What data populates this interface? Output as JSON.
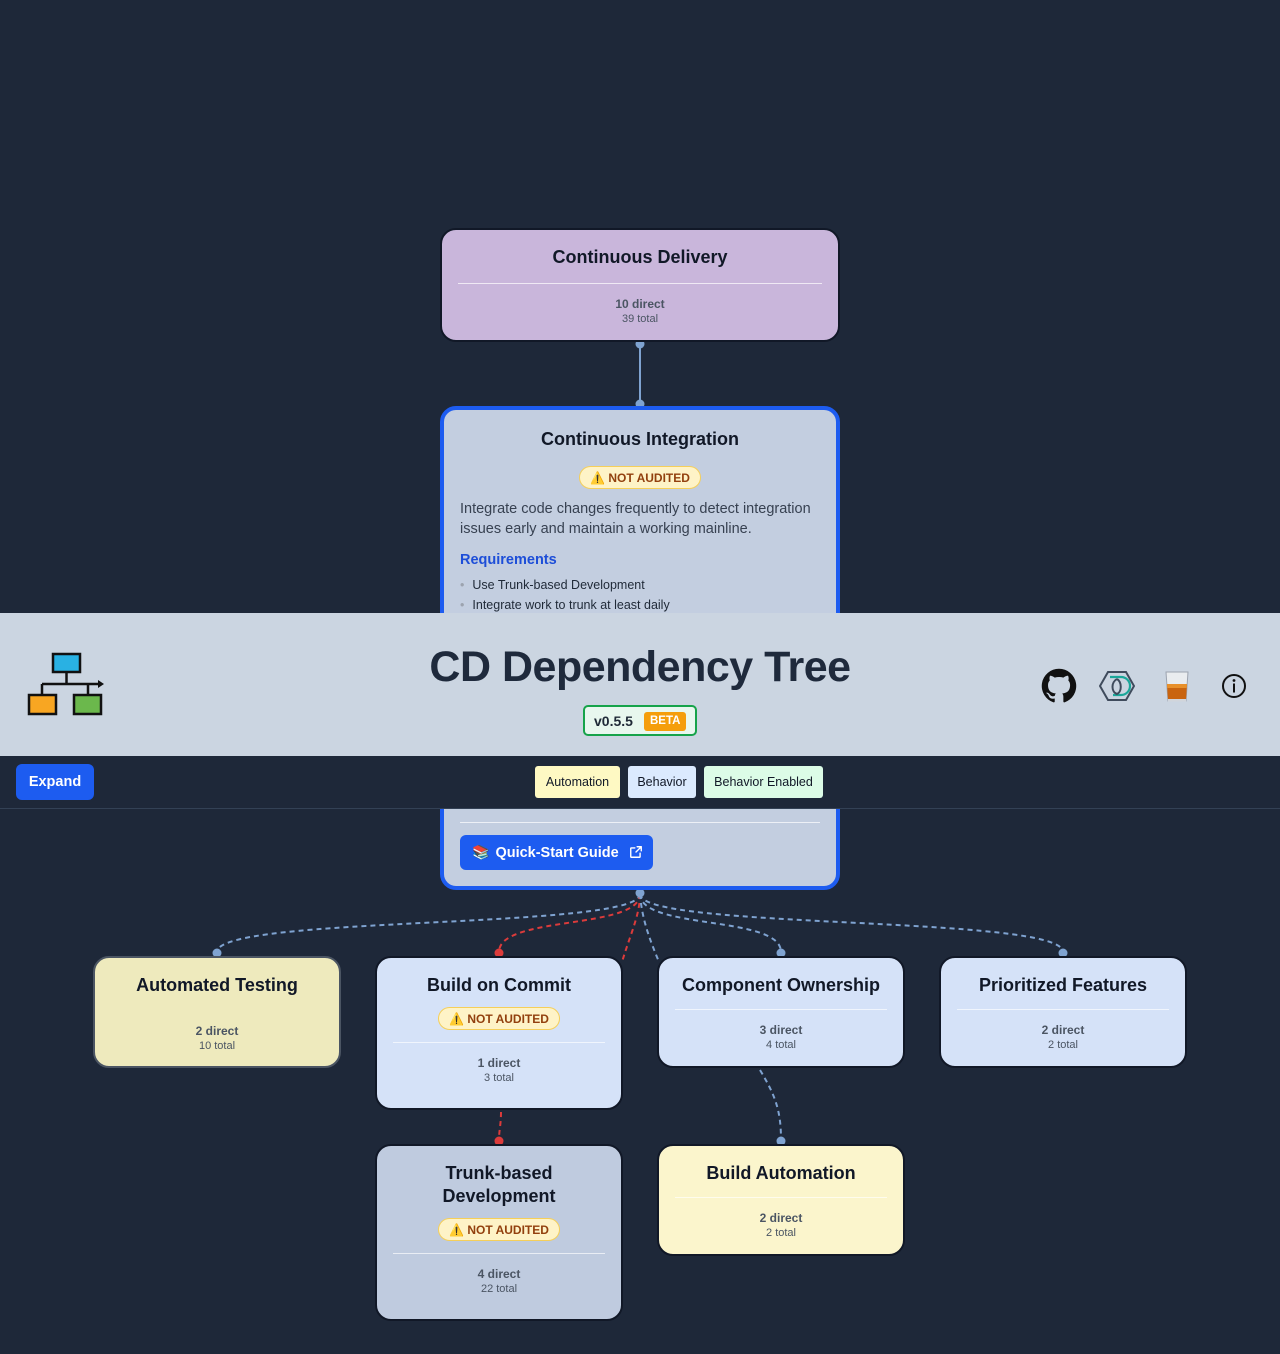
{
  "app": {
    "title": "CD Dependency Tree",
    "version": "v0.5.5",
    "version_tag": "BETA"
  },
  "header_icons": [
    {
      "name": "github-icon"
    },
    {
      "name": "dojo-consortium-icon"
    },
    {
      "name": "whiskey-glass-icon"
    },
    {
      "name": "info-icon"
    }
  ],
  "toolbar": {
    "expand_label": "Expand",
    "legend": [
      {
        "label": "Automation",
        "color": "#fef9c3"
      },
      {
        "label": "Behavior",
        "color": "#dbeafe"
      },
      {
        "label": "Behavior Enabled",
        "color": "#dcfce7"
      }
    ]
  },
  "colors": {
    "background": "#1e2839",
    "header": "#cbd5e1",
    "accent": "#1d5cf0",
    "edge_normal": "#7fa3d1",
    "edge_critical": "#dc3b3b"
  },
  "nodes": {
    "continuous_delivery": {
      "title": "Continuous Delivery",
      "direct": "10 direct",
      "total": "39 total"
    },
    "continuous_integration": {
      "title": "Continuous Integration",
      "badge": "⚠️ NOT AUDITED",
      "description": "Integrate code changes frequently to detect integration issues early and maintain a working mainline.",
      "requirements_heading": "Requirements",
      "requirements": [
        "Use Trunk-based Development",
        "Integrate work to trunk at least daily"
      ],
      "guide_label": "Quick-Start Guide"
    },
    "automated_testing": {
      "title": "Automated Testing",
      "direct": "2 direct",
      "total": "10 total"
    },
    "build_on_commit": {
      "title": "Build on Commit",
      "badge": "⚠️ NOT AUDITED",
      "direct": "1 direct",
      "total": "3 total"
    },
    "component_ownership": {
      "title": "Component Ownership",
      "direct": "3 direct",
      "total": "4 total"
    },
    "prioritized_features": {
      "title": "Prioritized Features",
      "direct": "2 direct",
      "total": "2 total"
    },
    "trunk_based_development": {
      "title": "Trunk-based Development",
      "badge": "⚠️ NOT AUDITED",
      "direct": "4 direct",
      "total": "22 total"
    },
    "build_automation": {
      "title": "Build Automation",
      "direct": "2 direct",
      "total": "2 total"
    }
  }
}
